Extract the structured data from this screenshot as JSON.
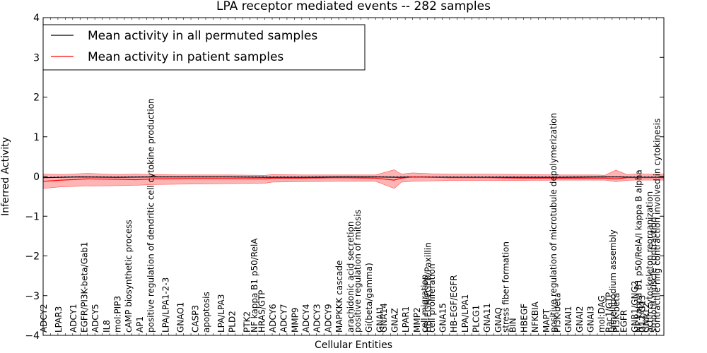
{
  "chart_data": {
    "type": "line",
    "title": "LPA receptor mediated events -- 282 samples",
    "xlabel": "Cellular Entities",
    "ylabel": "Inferred Activity",
    "ylim": [
      -4,
      4
    ],
    "yticks": [
      -4,
      -3,
      -2,
      -1,
      0,
      1,
      2,
      3,
      4
    ],
    "ytick_labels": [
      "−4",
      "−3",
      "−2",
      "−1",
      "0",
      "1",
      "2",
      "3",
      "4"
    ],
    "grid": false,
    "legend": "top-left",
    "entity_count": 130,
    "entity_labels": [
      {
        "index": 0,
        "label": "ADCY2"
      },
      {
        "index": 4,
        "label": "LPAR3"
      },
      {
        "index": 8,
        "label": "ADCY1"
      },
      {
        "index": 11,
        "label": "EGFR/PI3K-beta/Gab1"
      },
      {
        "index": 14,
        "label": "ADCY5"
      },
      {
        "index": 17,
        "label": "IL8"
      },
      {
        "index": 20,
        "label": "mol:PIP3"
      },
      {
        "index": 23,
        "label": "cAMP biosynthetic process"
      },
      {
        "index": 26,
        "label": "AP1"
      },
      {
        "index": 29,
        "label": "positive regulation of dendritic cell cytokine production"
      },
      {
        "index": 33,
        "label": "LPA/LPA1-2-3"
      },
      {
        "index": 37,
        "label": "GNAO1"
      },
      {
        "index": 41,
        "label": "CASP3"
      },
      {
        "index": 44,
        "label": "apoptosis"
      },
      {
        "index": 48,
        "label": "LPA/LPA3"
      },
      {
        "index": 51,
        "label": "PLD2"
      },
      {
        "index": 55,
        "label": "PTK2"
      },
      {
        "index": 57,
        "label": "NF kappa B1 p50/RelA"
      },
      {
        "index": 59,
        "label": "HRAS/GTP"
      },
      {
        "index": 62,
        "label": "ADCY6"
      },
      {
        "index": 65,
        "label": "ADCY7"
      },
      {
        "index": 68,
        "label": "MMP9"
      },
      {
        "index": 71,
        "label": "ADCY4"
      },
      {
        "index": 74,
        "label": "ADCY3"
      },
      {
        "index": 77,
        "label": "ADCY9"
      },
      {
        "index": 80,
        "label": "MAPKKK cascade"
      },
      {
        "index": 83,
        "label": "arachidonic acid secretion"
      },
      {
        "index": 85,
        "label": "positive regulation of mitosis"
      },
      {
        "index": 88,
        "label": "Gi(beta/gamma)"
      },
      {
        "index": 91,
        "label": "GNAI1"
      },
      {
        "index": 92,
        "label": "GNA14"
      },
      {
        "index": 95,
        "label": "GNAZ"
      },
      {
        "index": 98,
        "label": "LPAR1"
      },
      {
        "index": 101,
        "label": "MMP2"
      },
      {
        "index": 103,
        "label": "cell migration"
      },
      {
        "index": 104,
        "label": "HB-EGF/EGFR/Paxillin"
      },
      {
        "index": 105,
        "label": "cell proliferation"
      },
      {
        "index": 108,
        "label": "GNA15"
      },
      {
        "index": 111,
        "label": "HB-EGF/EGFR"
      },
      {
        "index": 114,
        "label": "LPA/LPA1"
      },
      {
        "index": 117,
        "label": "PLCG1"
      },
      {
        "index": 120,
        "label": "GNA11"
      },
      {
        "index": 123,
        "label": "GNAQ"
      },
      {
        "index": 125,
        "label": "stress fiber formation"
      },
      {
        "index": 127,
        "label": "BIN"
      },
      {
        "index": 130,
        "label": "HBEGF"
      },
      {
        "index": 133,
        "label": "NFKBIA"
      },
      {
        "index": 136,
        "label": "MAPT"
      },
      {
        "index": 138,
        "label": "positive regulation of microtubule depolymerization"
      },
      {
        "index": 139,
        "label": "PI3K-beta"
      },
      {
        "index": 142,
        "label": "GNAI1"
      },
      {
        "index": 145,
        "label": "GNAI2"
      },
      {
        "index": 148,
        "label": "GNAI3"
      },
      {
        "index": 151,
        "label": "mol:DAG"
      },
      {
        "index": 153,
        "label": "Rac1/GTP"
      },
      {
        "index": 154,
        "label": "lamellipodium assembly"
      },
      {
        "index": 155,
        "label": "PI3K-beta"
      },
      {
        "index": 157,
        "label": "EGFR"
      },
      {
        "index": 160,
        "label": "GNB1/GNG2"
      },
      {
        "index": 161,
        "label": "NF kappa B1 p50/RelA/I kappa B alpha"
      },
      {
        "index": 162,
        "label": "G12/G13"
      },
      {
        "index": 163,
        "label": "GNA12"
      },
      {
        "index": 164,
        "label": "actin cytoskeleton reorganization"
      },
      {
        "index": 165,
        "label": "smooth muscle contraction"
      },
      {
        "index": 166,
        "label": "contractile ring contraction involved in cytokinesis"
      }
    ],
    "x_max": 168,
    "series": [
      {
        "name": "Mean activity in all permuted samples",
        "color": "#000000",
        "x": [
          0,
          10,
          20,
          30,
          40,
          50,
          60,
          70,
          80,
          90,
          96,
          100,
          110,
          120,
          130,
          140,
          150,
          156,
          160,
          168
        ],
        "values": [
          -0.03,
          -0.01,
          -0.02,
          -0.01,
          -0.01,
          -0.01,
          -0.02,
          -0.02,
          -0.01,
          -0.01,
          -0.02,
          -0.01,
          -0.02,
          -0.02,
          -0.02,
          -0.02,
          -0.01,
          -0.01,
          -0.02,
          -0.02
        ]
      },
      {
        "name": "Mean activity in patient samples",
        "color": "#ff0000",
        "band_color": "#ff7777",
        "x": [
          0,
          5,
          12,
          20,
          25,
          30,
          40,
          50,
          60,
          62,
          70,
          80,
          90,
          95,
          97,
          100,
          105,
          110,
          120,
          130,
          140,
          150,
          152,
          155,
          158,
          160,
          168
        ],
        "values": [
          -0.12,
          -0.09,
          -0.06,
          -0.07,
          -0.08,
          -0.06,
          -0.05,
          -0.05,
          -0.06,
          -0.04,
          -0.04,
          -0.03,
          -0.04,
          -0.09,
          -0.04,
          -0.01,
          -0.02,
          -0.03,
          -0.03,
          -0.04,
          -0.04,
          -0.04,
          -0.04,
          -0.06,
          -0.03,
          -0.03,
          -0.03
        ],
        "lower": [
          -0.3,
          -0.26,
          -0.24,
          -0.23,
          -0.22,
          -0.2,
          -0.19,
          -0.18,
          -0.17,
          -0.14,
          -0.13,
          -0.12,
          -0.12,
          -0.3,
          -0.14,
          -0.12,
          -0.11,
          -0.1,
          -0.1,
          -0.1,
          -0.09,
          -0.09,
          -0.09,
          -0.13,
          -0.1,
          -0.09,
          -0.09
        ],
        "upper": [
          0.06,
          0.05,
          0.08,
          0.05,
          0.06,
          0.05,
          0.04,
          0.04,
          0.03,
          0.05,
          0.04,
          0.04,
          0.04,
          0.17,
          0.06,
          0.09,
          0.07,
          0.06,
          0.06,
          0.05,
          0.04,
          0.04,
          0.03,
          0.16,
          0.05,
          0.06,
          0.06
        ]
      }
    ]
  }
}
